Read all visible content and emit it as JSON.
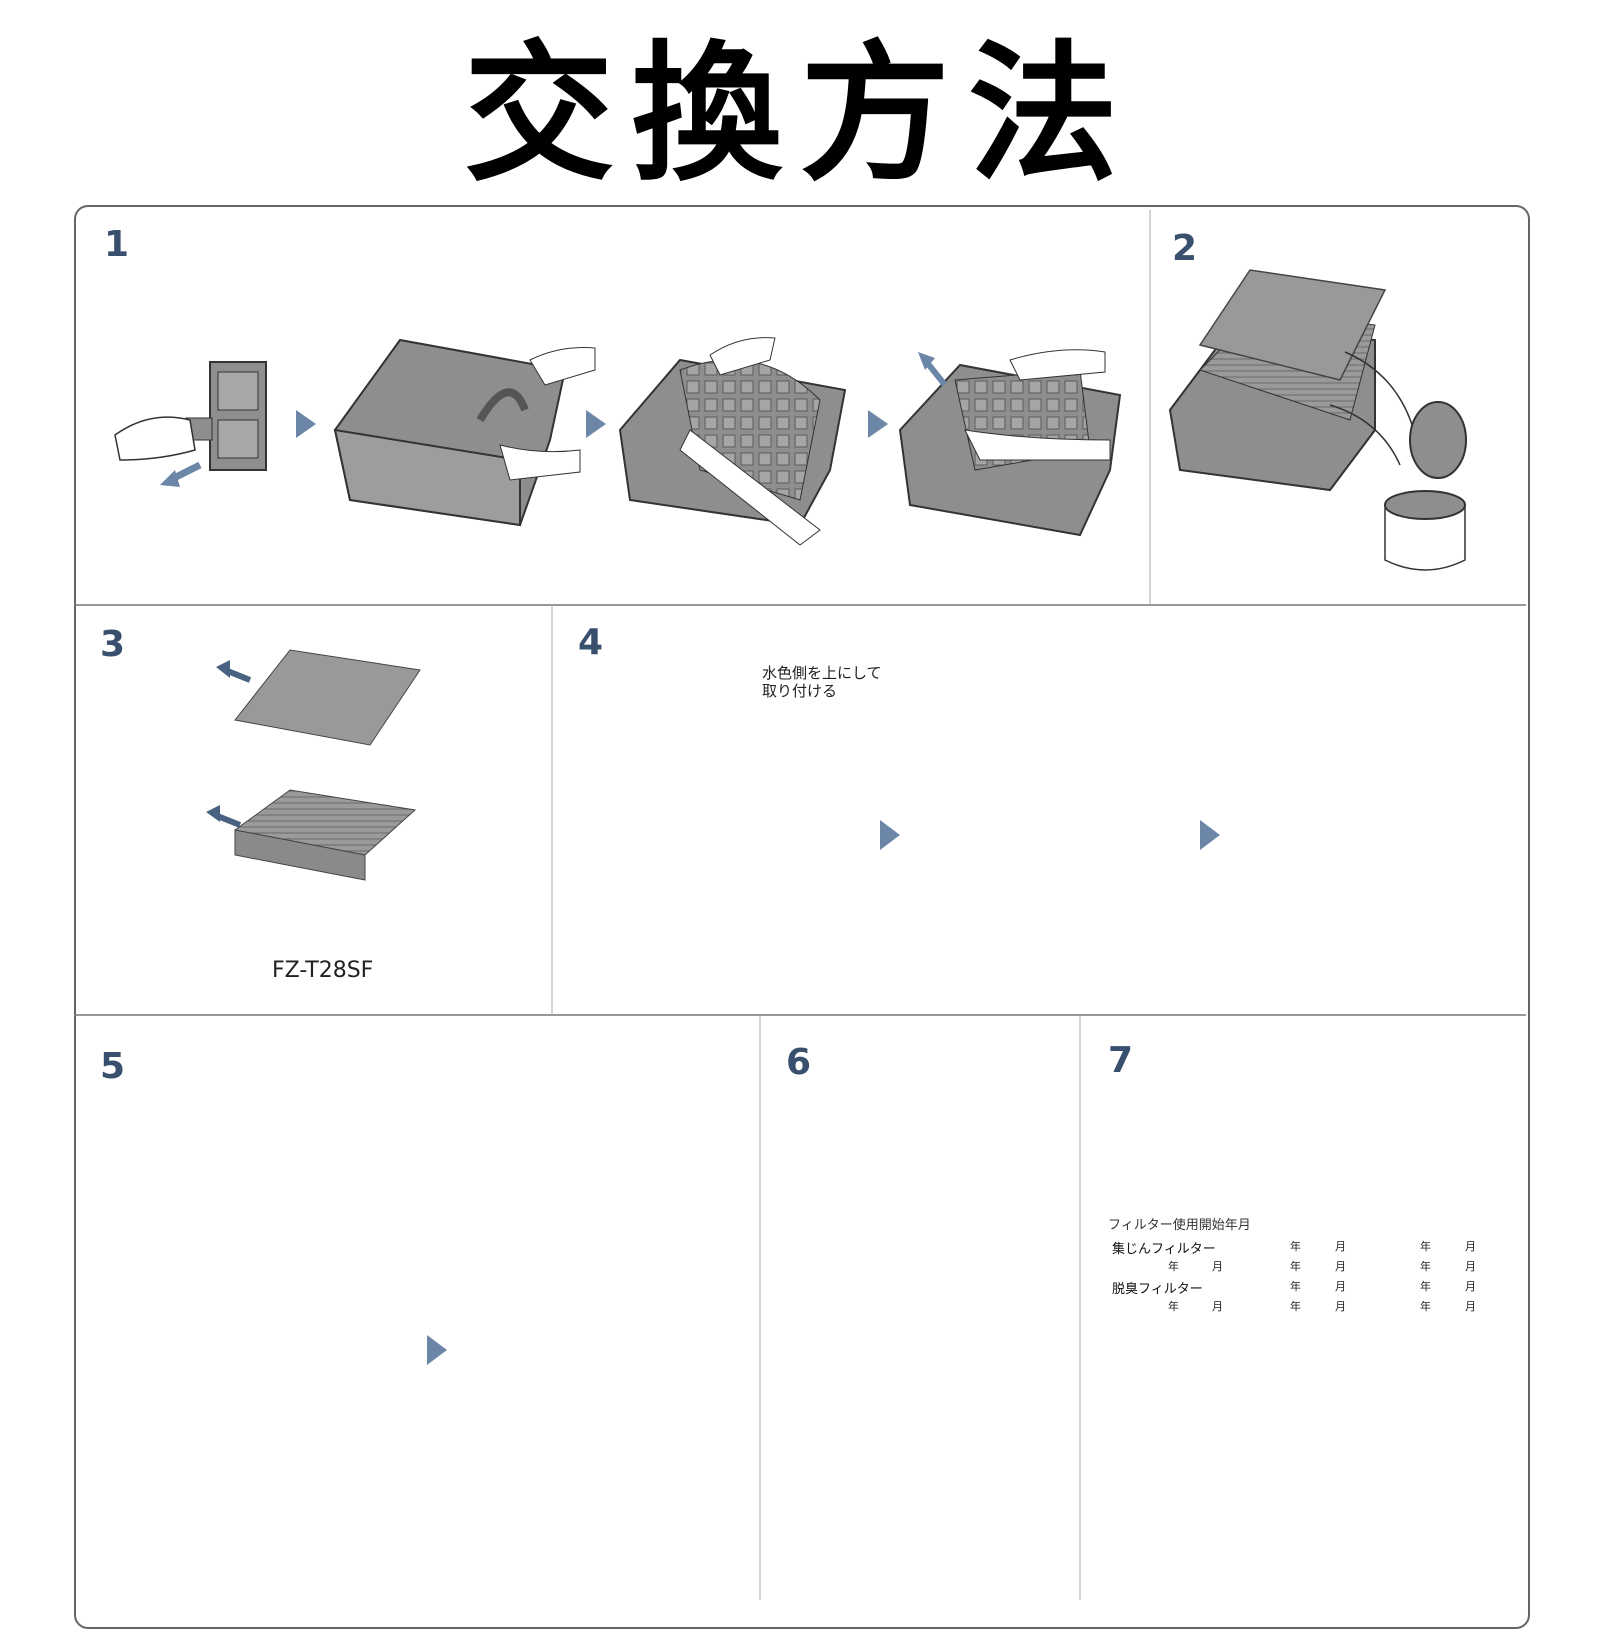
{
  "title": "交換方法",
  "steps": [
    "1",
    "2",
    "3",
    "4",
    "5",
    "6",
    "7"
  ],
  "step4_note_line1": "水色側を上にして",
  "step4_note_line2": "取り付ける",
  "step3_model": "FZ-T28SF",
  "step7_table": {
    "caption": "フィルター使用開始年月",
    "row1_label": "集じんフィルター",
    "row3_label": "脱臭フィルター",
    "year": "年",
    "month": "月"
  },
  "colors": {
    "gray": "#8e8e8e",
    "dark_gray": "#6d6d6d",
    "line": "#3a4f6c",
    "arrow": "#6c86a8"
  }
}
